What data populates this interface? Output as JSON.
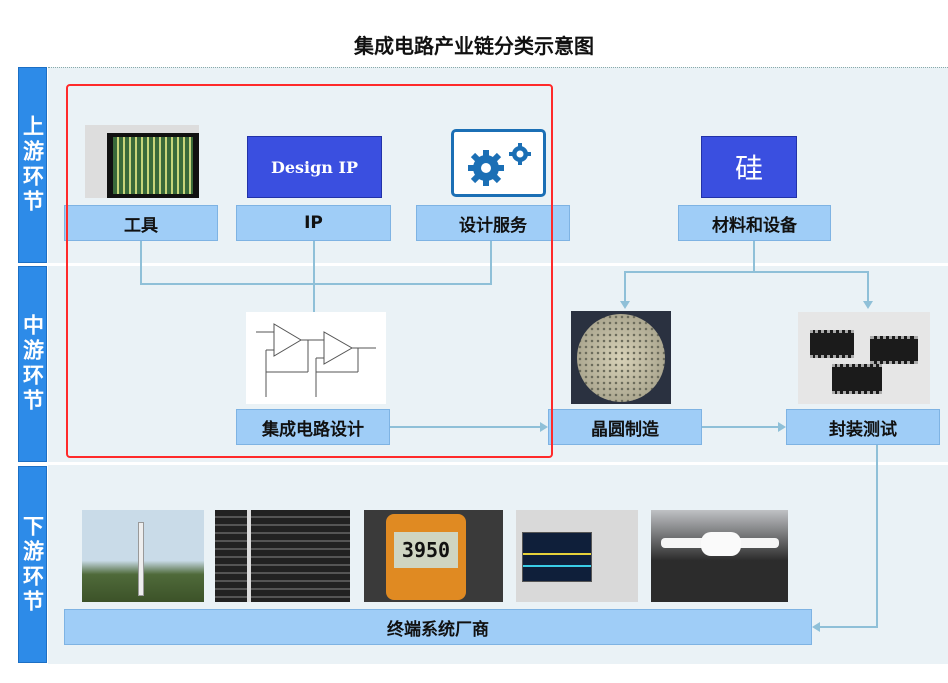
{
  "title": "集成电路产业链分类示意图",
  "stages": [
    "上游环节",
    "中游环节",
    "下游环节"
  ],
  "upstream": {
    "tools": "工具",
    "ip": "IP",
    "design_ip_image_text": "Design IP",
    "design_service": "设计服务",
    "materials": "材料和设备",
    "silicon_icon_text": "硅"
  },
  "midstream": {
    "ic_design": "集成电路设计",
    "wafer": "晶圆制造",
    "packaging": "封装测试"
  },
  "downstream": {
    "terminal": "终端系统厂商",
    "meter_reading": "3950"
  },
  "colors": {
    "stage": "#2d8be8",
    "box": "#9fcdf7",
    "highlight": "#ff2a2a",
    "ip_blue": "#3a4fe0"
  }
}
